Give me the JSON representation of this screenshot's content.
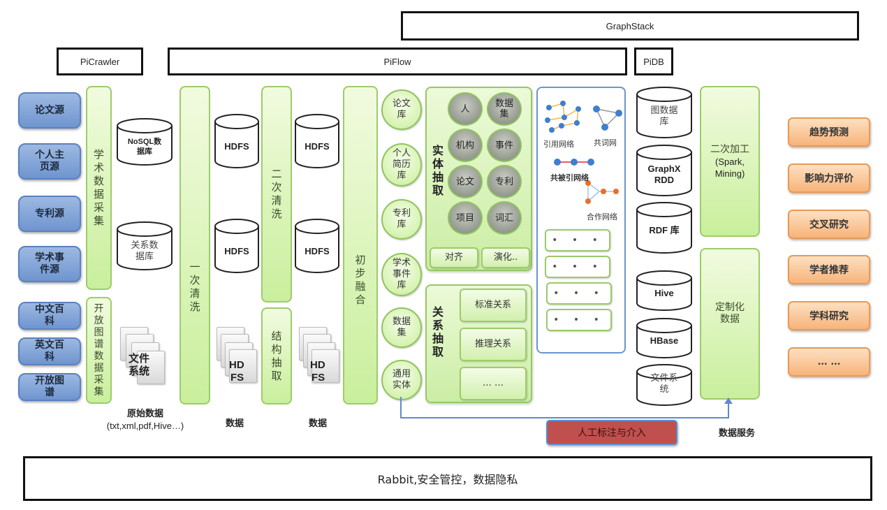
{
  "headers": {
    "graphstack": "GraphStack",
    "picrawler": "PiCrawler",
    "piflow": "PiFlow",
    "pidb": "PiDB"
  },
  "sources": [
    "论文源",
    "个人主页源",
    "专利源",
    "学术事件源",
    "中文百科",
    "英文百科",
    "开放图谱"
  ],
  "collect": {
    "academic": "学术数据采集",
    "open_graph": "开放图谱数据采集"
  },
  "raw_stores": {
    "nosql": "NoSQL数据库",
    "relational": "关系数据库",
    "filesystem": "文件系统"
  },
  "cleaning": {
    "first": "一次清洗",
    "second": "二次清洗",
    "struct_extract": "结构抽取",
    "fusion": "初步融合"
  },
  "hdfs": {
    "label": "HDFS",
    "file_top": "HD",
    "file_bottom": "FS"
  },
  "captions": {
    "raw_data": "原始数据",
    "raw_formats": "(txt,xml,pdf,Hive…)",
    "data1": "数据",
    "data2": "数据",
    "data_service": "数据服务"
  },
  "libraries": [
    "论文库",
    "个人简历库",
    "专利库",
    "学术事件库",
    "数据集",
    "通用实体"
  ],
  "entity_extraction": {
    "title": "实体抽取",
    "entities": [
      "人",
      "数据集",
      "机构",
      "事件",
      "论文",
      "专利",
      "项目",
      "词汇"
    ],
    "align": "对齐",
    "evolve": "演化.."
  },
  "relation_extraction": {
    "title": "关系抽取",
    "items": [
      "标准关系",
      "推理关系",
      "… …"
    ]
  },
  "networks": {
    "citation": "引用网络",
    "coword": "共词网",
    "cocited": "共被引网络",
    "cooperation": "合作网络",
    "placeholders": [
      "• • •",
      "• • •",
      "• • •",
      "• • •"
    ]
  },
  "pidb_stores": [
    "图数据库",
    "GraphX RDD",
    "RDF 库",
    "Hive",
    "HBase",
    "文件系统"
  ],
  "processing": {
    "secondary": "二次加工",
    "secondary_sub": "(Spark, Mining)",
    "custom": "定制化数据"
  },
  "manual": "人工标注与介入",
  "applications": [
    "趋势预测",
    "影响力评价",
    "交叉研究",
    "学者推荐",
    "学科研究",
    "… …"
  ],
  "footer": "Rabbit,安全管控，数据隐私",
  "colors": {
    "source_blue": "#7a9fd6",
    "process_green": "#c9ef9c",
    "app_orange": "#f7b47a",
    "manual_red": "#c0504d",
    "network_border": "#6b95cf"
  }
}
